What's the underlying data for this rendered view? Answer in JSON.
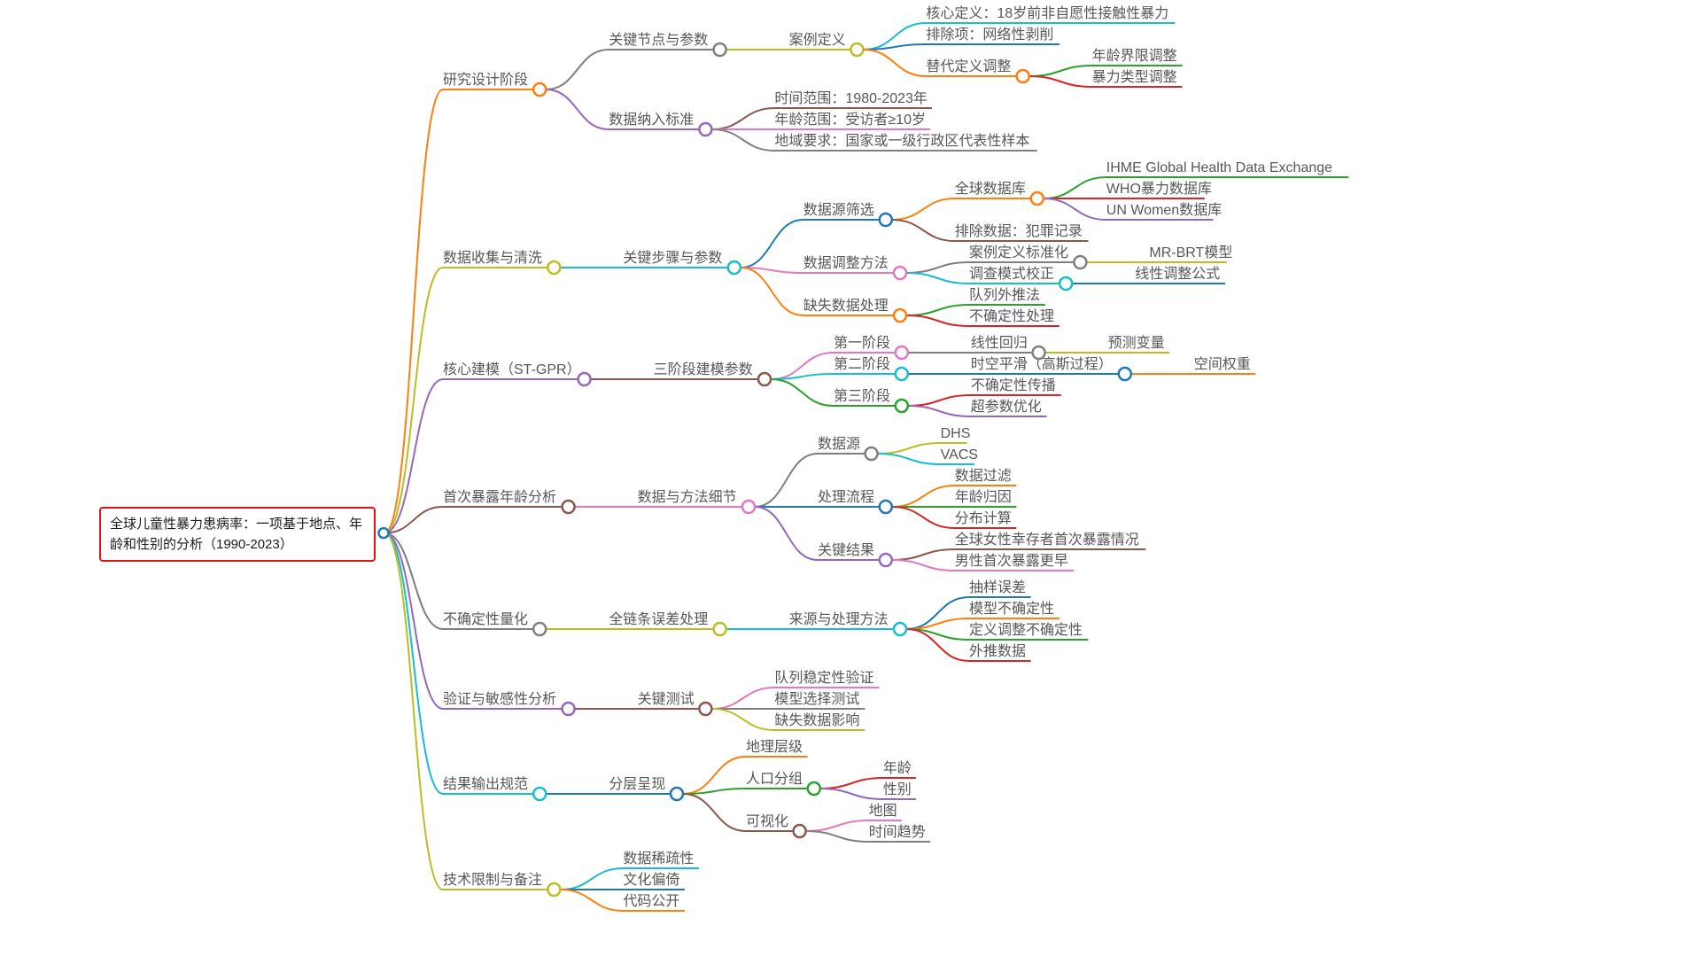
{
  "root": {
    "label": "全球儿童性暴力患病率：一项基于地点、年龄和性别的分析（1990-2023）",
    "border_color": "#e11414",
    "connector_color": "#1f77b4"
  },
  "palette": {
    "blue": "#1f77b4",
    "orange": "#ff7f0e",
    "green": "#2ca02c",
    "red": "#d62728",
    "purple": "#9467bd",
    "brown": "#8c564b",
    "pink": "#e377c2",
    "gray": "#7f7f7f",
    "olive": "#bcbd22",
    "cyan": "#17becf"
  },
  "tree": {
    "label": "root",
    "children": [
      {
        "label": "研究设计阶段",
        "color": "#ff7f0e",
        "children": [
          {
            "label": "关键节点与参数",
            "color": "#7f7f7f",
            "children": [
              {
                "label": "案例定义",
                "color": "#bcbd22",
                "children": [
                  {
                    "label": "核心定义：18岁前非自愿性接触性暴力",
                    "color": "#17becf"
                  },
                  {
                    "label": "排除项：网络性剥削",
                    "color": "#1f77b4"
                  },
                  {
                    "label": "替代定义调整",
                    "color": "#ff7f0e",
                    "children": [
                      {
                        "label": "年龄界限调整",
                        "color": "#2ca02c"
                      },
                      {
                        "label": "暴力类型调整",
                        "color": "#d62728"
                      }
                    ]
                  }
                ]
              }
            ]
          },
          {
            "label": "数据纳入标准",
            "color": "#9467bd",
            "children": [
              {
                "label": "时间范围：1980-2023年",
                "color": "#8c564b"
              },
              {
                "label": "年龄范围：受访者≥10岁",
                "color": "#e377c2"
              },
              {
                "label": "地域要求：国家或一级行政区代表性样本",
                "color": "#7f7f7f"
              }
            ]
          }
        ]
      },
      {
        "label": "数据收集与清洗",
        "color": "#bcbd22",
        "children": [
          {
            "label": "关键步骤与参数",
            "color": "#17becf",
            "children": [
              {
                "label": "数据源筛选",
                "color": "#1f77b4",
                "children": [
                  {
                    "label": "全球数据库",
                    "color": "#ff7f0e",
                    "children": [
                      {
                        "label": "IHME Global Health Data Exchange",
                        "color": "#2ca02c"
                      },
                      {
                        "label": "WHO暴力数据库",
                        "color": "#d62728"
                      },
                      {
                        "label": "UN Women数据库",
                        "color": "#9467bd"
                      }
                    ]
                  },
                  {
                    "label": "排除数据：犯罪记录",
                    "color": "#8c564b"
                  }
                ]
              },
              {
                "label": "数据调整方法",
                "color": "#e377c2",
                "children": [
                  {
                    "label": "案例定义标准化",
                    "color": "#7f7f7f",
                    "children": [
                      {
                        "label": "MR-BRT模型",
                        "color": "#bcbd22"
                      }
                    ]
                  },
                  {
                    "label": "调查模式校正",
                    "color": "#17becf",
                    "children": [
                      {
                        "label": "线性调整公式",
                        "color": "#1f77b4"
                      }
                    ]
                  }
                ]
              },
              {
                "label": "缺失数据处理",
                "color": "#ff7f0e",
                "children": [
                  {
                    "label": "队列外推法",
                    "color": "#2ca02c"
                  },
                  {
                    "label": "不确定性处理",
                    "color": "#d62728"
                  }
                ]
              }
            ]
          }
        ]
      },
      {
        "label": "核心建模（ST-GPR）",
        "color": "#9467bd",
        "children": [
          {
            "label": "三阶段建模参数",
            "color": "#8c564b",
            "children": [
              {
                "label": "第一阶段",
                "color": "#e377c2",
                "children": [
                  {
                    "label": "线性回归",
                    "color": "#7f7f7f",
                    "children": [
                      {
                        "label": "预测变量",
                        "color": "#bcbd22"
                      }
                    ]
                  }
                ]
              },
              {
                "label": "第二阶段",
                "color": "#17becf",
                "children": [
                  {
                    "label": "时空平滑（高斯过程）",
                    "color": "#1f77b4",
                    "children": [
                      {
                        "label": "空间权重",
                        "color": "#ff7f0e"
                      }
                    ]
                  }
                ]
              },
              {
                "label": "第三阶段",
                "color": "#2ca02c",
                "children": [
                  {
                    "label": "不确定性传播",
                    "color": "#d62728"
                  },
                  {
                    "label": "超参数优化",
                    "color": "#9467bd"
                  }
                ]
              }
            ]
          }
        ]
      },
      {
        "label": "首次暴露年龄分析",
        "color": "#8c564b",
        "children": [
          {
            "label": "数据与方法细节",
            "color": "#e377c2",
            "children": [
              {
                "label": "数据源",
                "color": "#7f7f7f",
                "children": [
                  {
                    "label": "DHS",
                    "color": "#bcbd22"
                  },
                  {
                    "label": "VACS",
                    "color": "#17becf"
                  }
                ]
              },
              {
                "label": "处理流程",
                "color": "#1f77b4",
                "children": [
                  {
                    "label": "数据过滤",
                    "color": "#ff7f0e"
                  },
                  {
                    "label": "年龄归因",
                    "color": "#2ca02c"
                  },
                  {
                    "label": "分布计算",
                    "color": "#d62728"
                  }
                ]
              },
              {
                "label": "关键结果",
                "color": "#9467bd",
                "children": [
                  {
                    "label": "全球女性幸存者首次暴露情况",
                    "color": "#8c564b"
                  },
                  {
                    "label": "男性首次暴露更早",
                    "color": "#e377c2"
                  }
                ]
              }
            ]
          }
        ]
      },
      {
        "label": "不确定性量化",
        "color": "#7f7f7f",
        "children": [
          {
            "label": "全链条误差处理",
            "color": "#bcbd22",
            "children": [
              {
                "label": "来源与处理方法",
                "color": "#17becf",
                "children": [
                  {
                    "label": "抽样误差",
                    "color": "#1f77b4"
                  },
                  {
                    "label": "模型不确定性",
                    "color": "#ff7f0e"
                  },
                  {
                    "label": "定义调整不确定性",
                    "color": "#2ca02c"
                  },
                  {
                    "label": "外推数据",
                    "color": "#d62728"
                  }
                ]
              }
            ]
          }
        ]
      },
      {
        "label": "验证与敏感性分析",
        "color": "#9467bd",
        "children": [
          {
            "label": "关键测试",
            "color": "#8c564b",
            "children": [
              {
                "label": "队列稳定性验证",
                "color": "#e377c2"
              },
              {
                "label": "模型选择测试",
                "color": "#7f7f7f"
              },
              {
                "label": "缺失数据影响",
                "color": "#bcbd22"
              }
            ]
          }
        ]
      },
      {
        "label": "结果输出规范",
        "color": "#17becf",
        "children": [
          {
            "label": "分层呈现",
            "color": "#1f77b4",
            "children": [
              {
                "label": "地理层级",
                "color": "#ff7f0e"
              },
              {
                "label": "人口分组",
                "color": "#2ca02c",
                "children": [
                  {
                    "label": "年龄",
                    "color": "#d62728"
                  },
                  {
                    "label": "性别",
                    "color": "#9467bd"
                  }
                ]
              },
              {
                "label": "可视化",
                "color": "#8c564b",
                "children": [
                  {
                    "label": "地图",
                    "color": "#e377c2"
                  },
                  {
                    "label": "时间趋势",
                    "color": "#7f7f7f"
                  }
                ]
              }
            ]
          }
        ]
      },
      {
        "label": "技术限制与备注",
        "color": "#bcbd22",
        "children": [
          {
            "label": "数据稀疏性",
            "color": "#17becf"
          },
          {
            "label": "文化偏倚",
            "color": "#1f77b4"
          },
          {
            "label": "代码公开",
            "color": "#ff7f0e"
          }
        ]
      }
    ]
  }
}
